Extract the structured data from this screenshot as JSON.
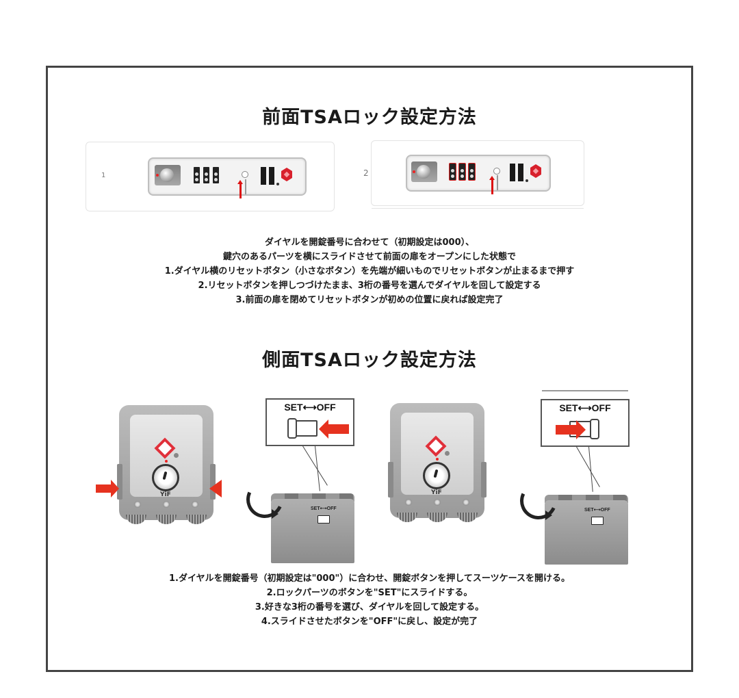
{
  "front": {
    "title": "前面TSAロック設定方法",
    "panels": [
      {
        "number": "1",
        "description": "lock with dials at default, reset button pushed (red up arrow)"
      },
      {
        "number": "2",
        "description": "dials highlighted red while reset pressed (red up arrow)"
      }
    ],
    "instructions": [
      "ダイヤルを開錠番号に合わせて（初期設定は000）、",
      "鍵穴のあるパーツを横にスライドさせて前面の扉をオープンにした状態で",
      "1.ダイヤル横のリセットボタン（小さなボタン）を先端が細いものでリセットボタンが止まるまで押す",
      "2.リセットボタンを押しつづけたまま、3桁の番号を選んでダイヤルを回して設定する",
      "3.前面の扉を閉めてリセットボタンが初めの位置に戻れば設定完了"
    ]
  },
  "side": {
    "title": "側面TSAロック設定方法",
    "illustrations": [
      {
        "kind": "lock-front",
        "brand": "YiF"
      },
      {
        "kind": "switch-callout",
        "callout_label": "SET⟷OFF",
        "body_label": "SET⟷OFF",
        "arrow_direction": "left"
      },
      {
        "kind": "lock-front",
        "brand": "YiF"
      },
      {
        "kind": "switch-callout",
        "callout_label": "SET⟷OFF",
        "body_label": "SET⟷OFF",
        "arrow_direction": "right"
      }
    ],
    "instructions": [
      "1.ダイヤルを開錠番号（初期設定は\"000\"）に合わせ、開錠ボタンを押してスーツケースを開ける。",
      "2.ロックパーツのボタンを\"SET\"にスライドする。",
      "3.好きな3桁の番号を選び、ダイヤルを回して設定する。",
      "4.スライドさせたボタンを\"OFF\"に戻し、設定が完了"
    ]
  },
  "colors": {
    "frame": "#444444",
    "accent_red": "#e6321f",
    "tsa_red": "#d8202c",
    "text": "#1a1a1a"
  }
}
